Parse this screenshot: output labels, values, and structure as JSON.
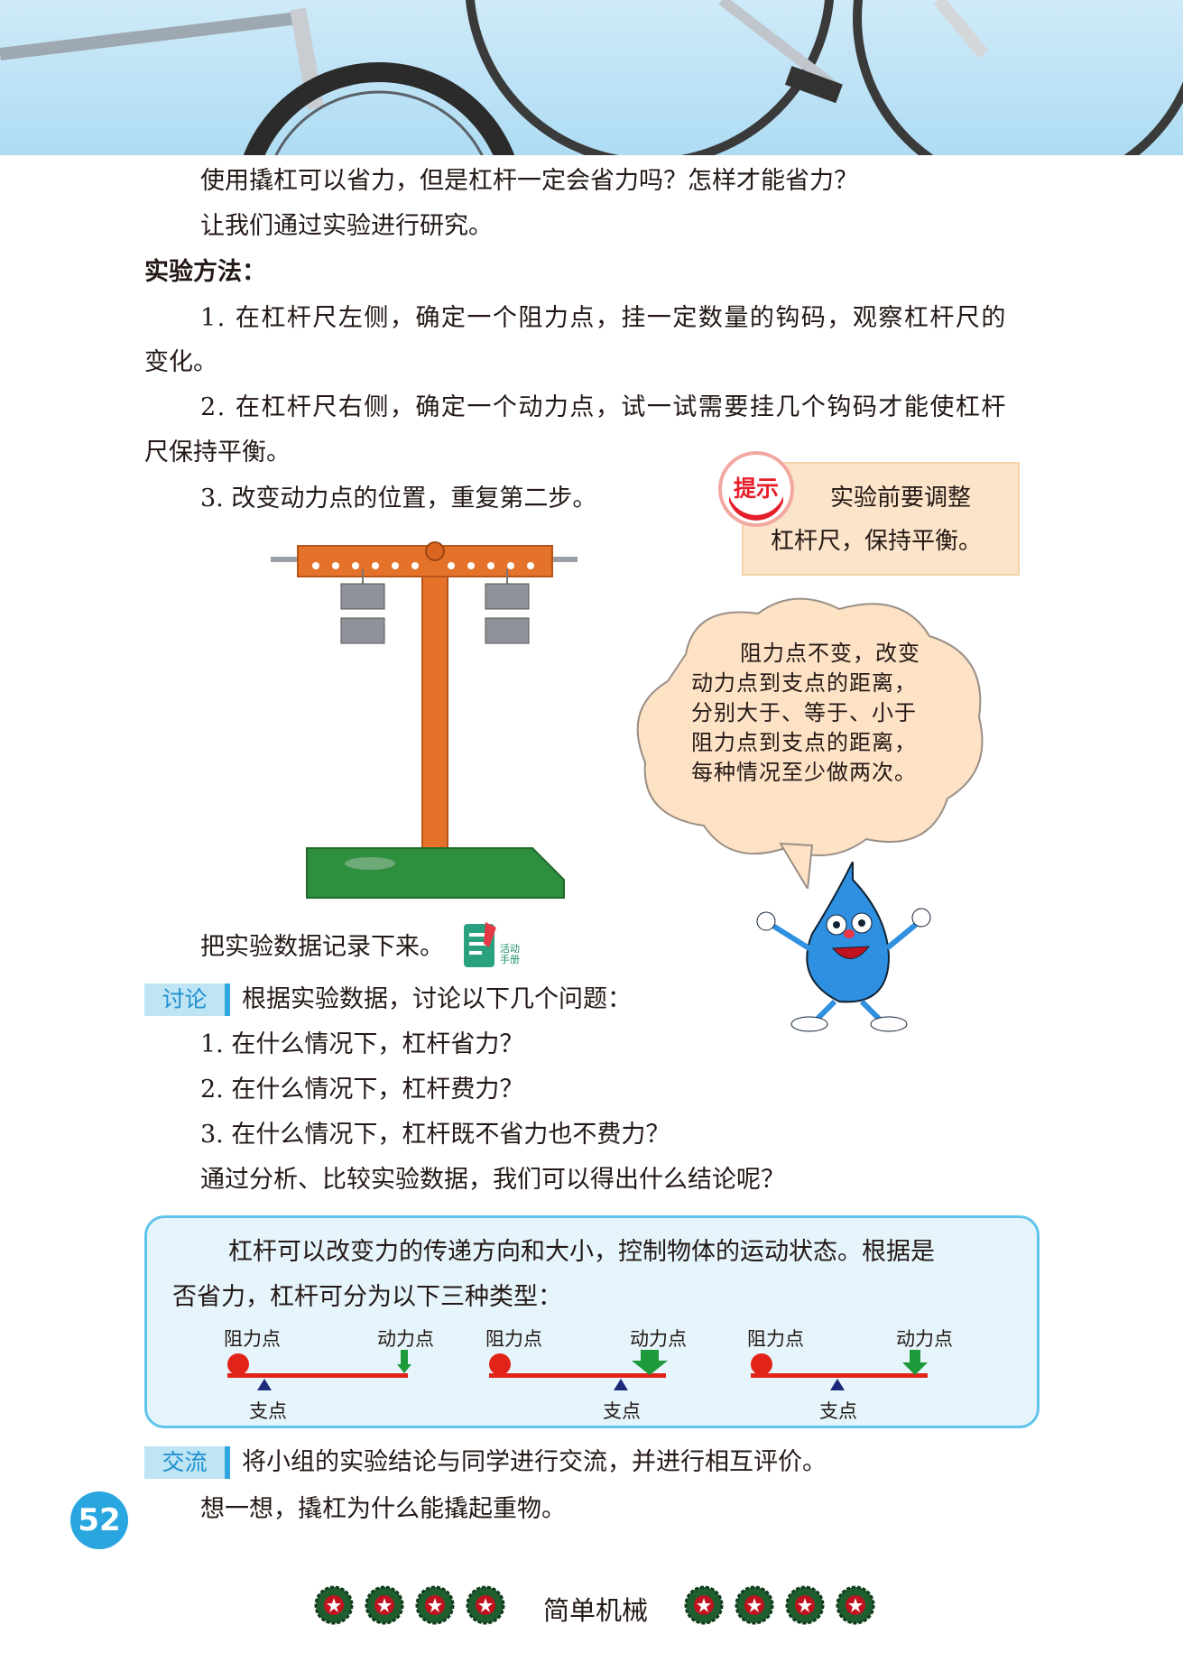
{
  "header": {
    "image": "bicycle-banner"
  },
  "intro": {
    "line1": "使用撬杠可以省力，但是杠杆一定会省力吗？怎样才能省力？",
    "line2": "让我们通过实验进行研究。"
  },
  "method": {
    "heading": "实验方法：",
    "step1_a": "1. 在杠杆尺左侧，确定一个阻力点，挂一定数量的钩码，观察杠杆尺的",
    "step1_b": "变化。",
    "step2_a": "2. 在杠杆尺右侧，确定一个动力点，试一试需要挂几个钩码才能使杠杆",
    "step2_b": "尺保持平衡。",
    "step3": "3. 改变动力点的位置，重复第二步。"
  },
  "tip": {
    "badge": "提示",
    "line1": "实验前要调整",
    "line2": "杠杆尺，保持平衡。"
  },
  "thought": {
    "line1": "阻力点不变，改变",
    "line2": "动力点到支点的距离，",
    "line3": "分别大于、等于、小于",
    "line4": "阻力点到支点的距离，",
    "line5": "每种情况至少做两次。"
  },
  "record": {
    "text": "把实验数据记录下来。",
    "handbook_line1": "活动",
    "handbook_line2": "手册"
  },
  "discussion": {
    "tag": "讨论",
    "intro": "根据实验数据，讨论以下几个问题：",
    "q1": "1. 在什么情况下，杠杆省力？",
    "q2": "2. 在什么情况下，杠杆费力？",
    "q3": "3. 在什么情况下，杠杆既不省力也不费力？",
    "followup": "通过分析、比较实验数据，我们可以得出什么结论呢？"
  },
  "summary": {
    "line1": "杠杆可以改变力的传递方向和大小，控制物体的运动状态。根据是",
    "line2": "否省力，杠杆可分为以下三种类型：",
    "levers": [
      {
        "resistance_label": "阻力点",
        "effort_label": "动力点",
        "fulcrum_label": "支点"
      },
      {
        "resistance_label": "阻力点",
        "effort_label": "动力点",
        "fulcrum_label": "支点"
      },
      {
        "resistance_label": "阻力点",
        "effort_label": "动力点",
        "fulcrum_label": "支点"
      }
    ]
  },
  "exchange": {
    "tag": "交流",
    "text": "将小组的实验结论与同学进行交流，并进行相互评价。",
    "think": "想一想，撬杠为什么能撬起重物。"
  },
  "footer": {
    "page_number": "52",
    "title": "简单机械"
  },
  "colors": {
    "accent_blue": "#29a6e0",
    "tip_red": "#e61e2a",
    "lever_red": "#e2231a",
    "effort_green": "#1f9a3a",
    "fulcrum_navy": "#1d2a7a"
  }
}
